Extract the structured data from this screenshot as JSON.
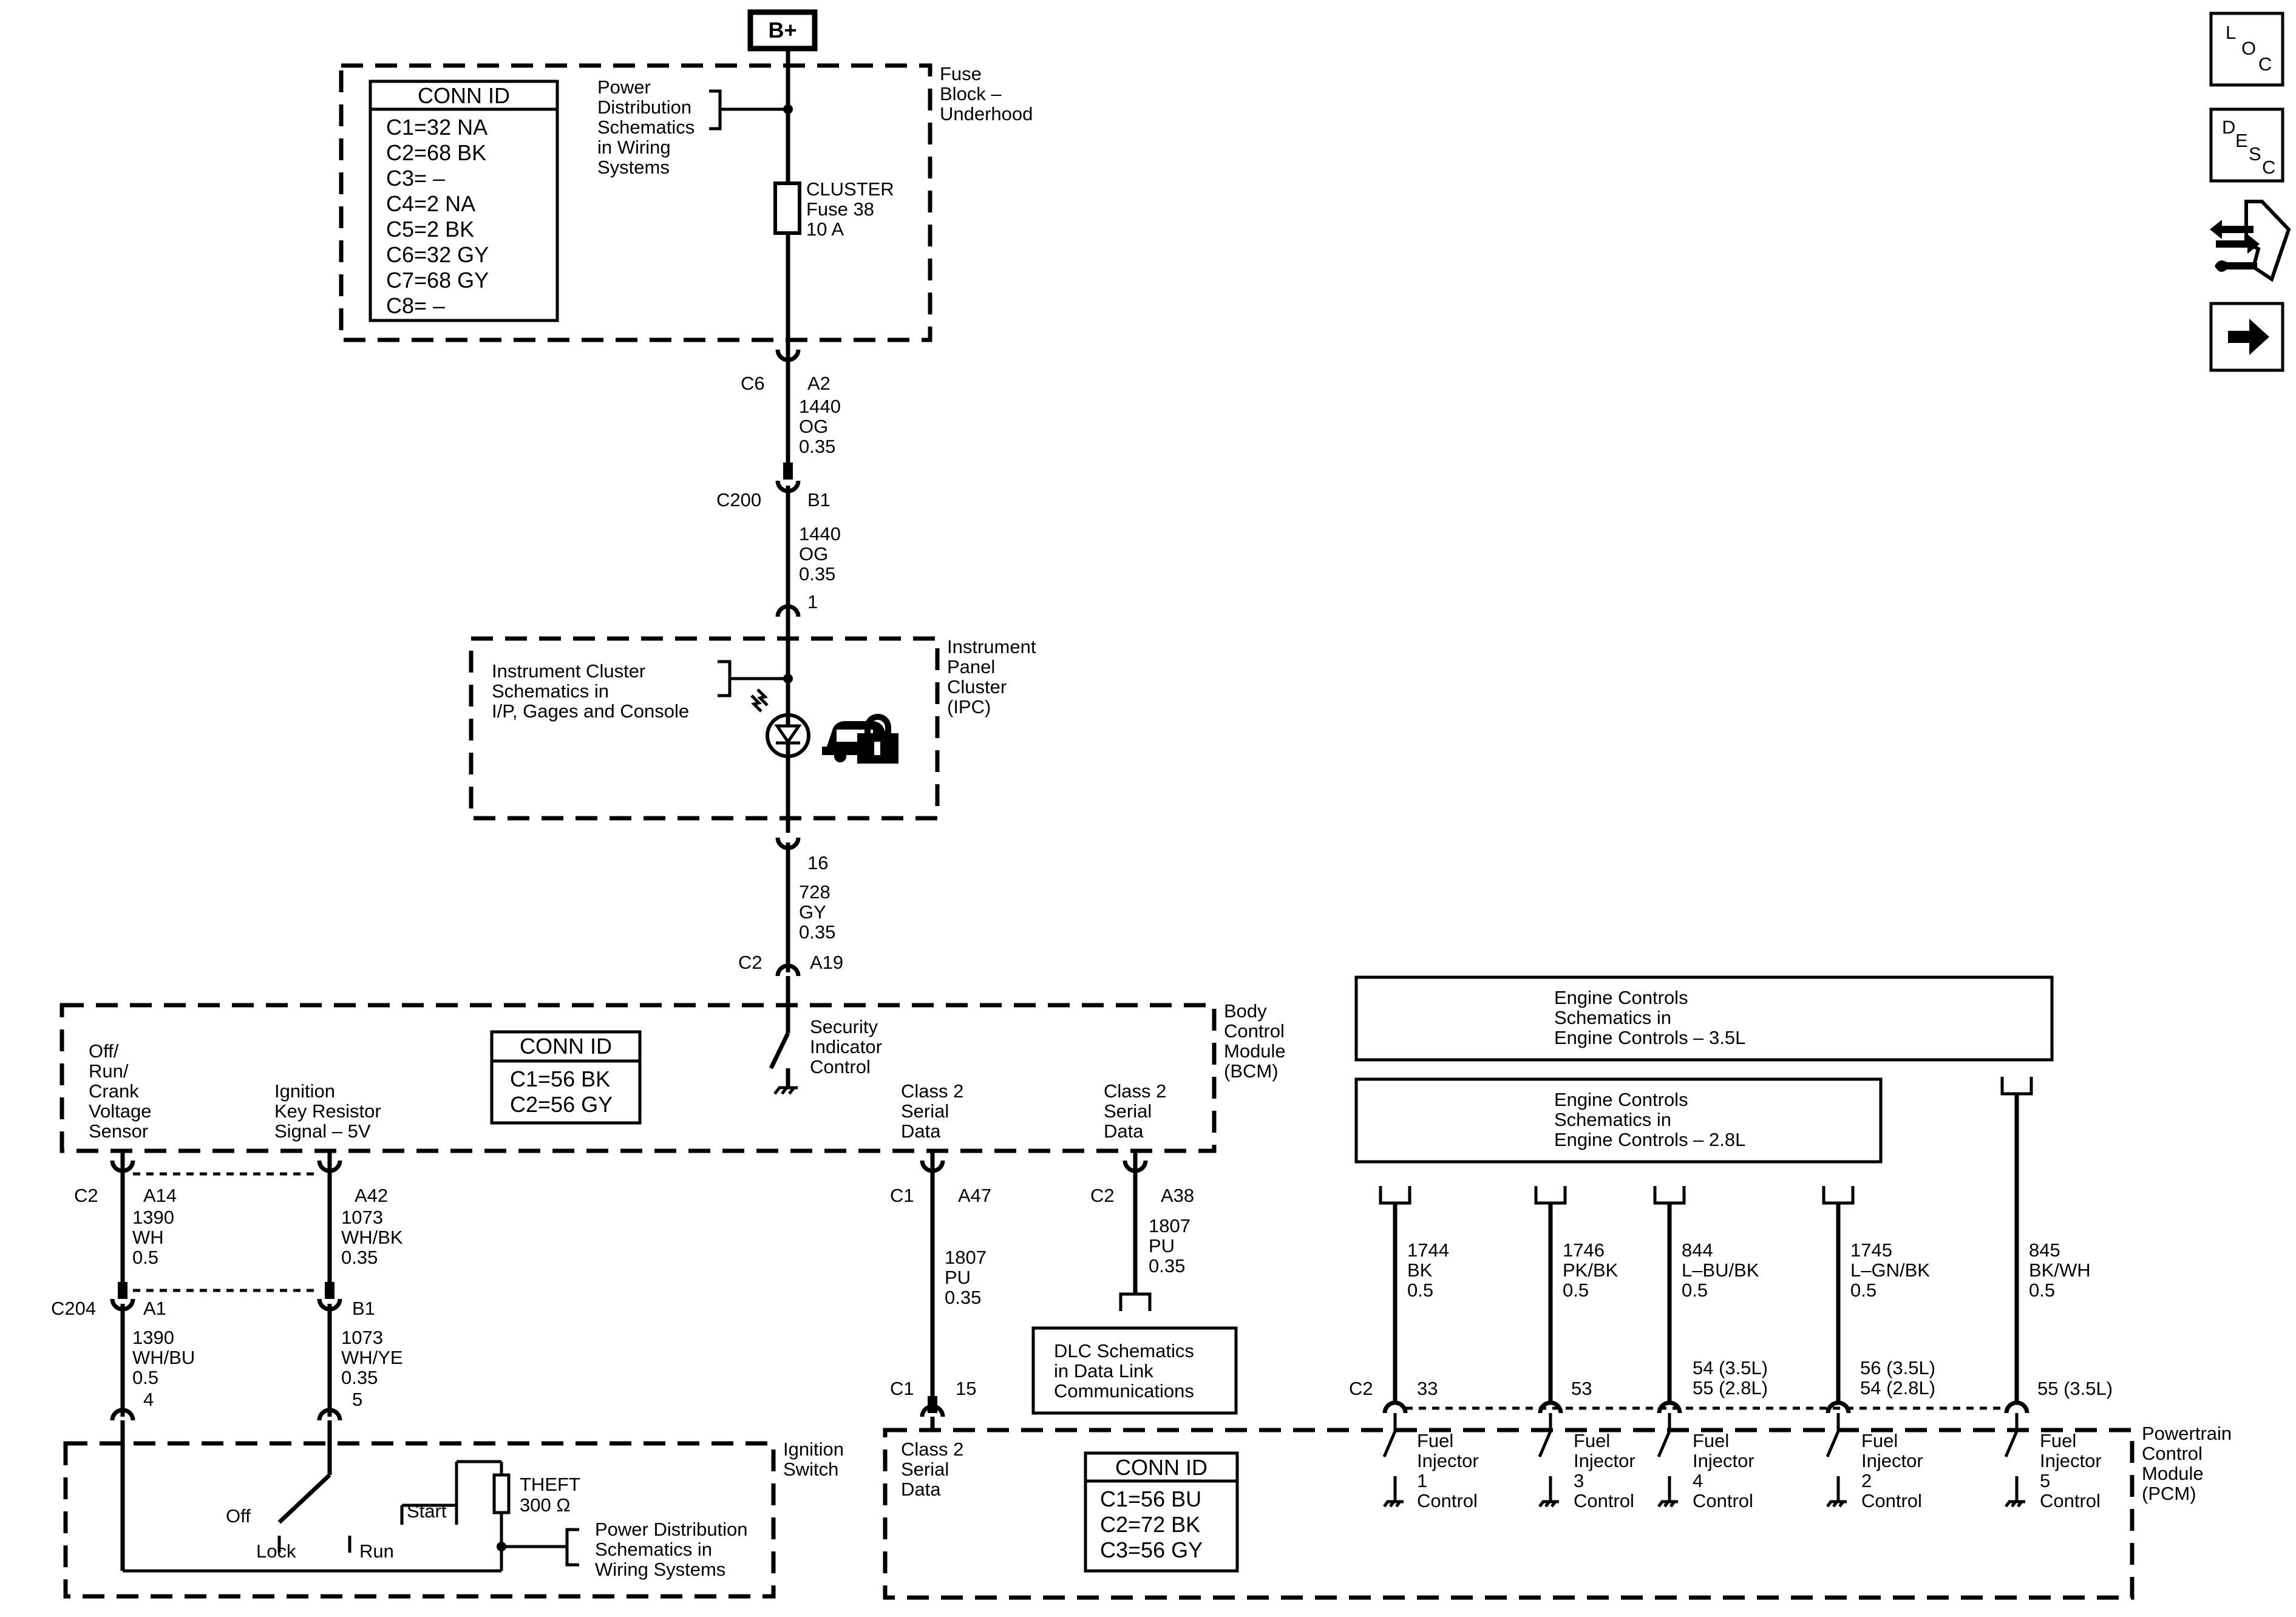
{
  "power_source": "B+",
  "nav": {
    "loc": [
      "L",
      "O",
      "C"
    ],
    "desc": [
      "D",
      "E",
      "S",
      "C"
    ]
  },
  "fuse_block": {
    "title": [
      "Fuse",
      "Block –",
      "Underhood"
    ],
    "conn_id_title": "CONN ID",
    "conn_ids": [
      "C1=32 NA",
      "C2=68 BK",
      "C3= –",
      "C4=2 NA",
      "C5=2 BK",
      "C6=32 GY",
      "C7=68 GY",
      "C8= –"
    ],
    "power_ref": [
      "Power",
      "Distribution",
      "Schematics",
      "in Wiring",
      "Systems"
    ],
    "fuse": [
      "CLUSTER",
      "Fuse 38",
      "10 A"
    ]
  },
  "wire_fuse_ipc": {
    "c6": "C6",
    "a2": "A2",
    "seg1": [
      "1440",
      "OG",
      "0.35"
    ],
    "c200": "C200",
    "b1": "B1",
    "seg2": [
      "1440",
      "OG",
      "0.35"
    ],
    "pin1": "1"
  },
  "ipc": {
    "title": [
      "Instrument",
      "Panel",
      "Cluster",
      "(IPC)"
    ],
    "ref": [
      "Instrument Cluster",
      "Schematics in",
      "I/P, Gages and Console"
    ],
    "pin16": "16",
    "seg": [
      "728",
      "GY",
      "0.35"
    ],
    "c2": "C2",
    "a19": "A19"
  },
  "bcm": {
    "title": [
      "Body",
      "Control",
      "Module",
      "(BCM)"
    ],
    "conn_id_title": "CONN ID",
    "conn_ids": [
      "C1=56 BK",
      "C2=56 GY"
    ],
    "security": [
      "Security",
      "Indicator",
      "Control"
    ],
    "crank_sensor": [
      "Off/",
      "Run/",
      "Crank",
      "Voltage",
      "Sensor"
    ],
    "key_resistor": [
      "Ignition",
      "Key Resistor",
      "Signal – 5V"
    ],
    "class2_a": [
      "Class 2",
      "Serial",
      "Data"
    ],
    "class2_b": [
      "Class 2",
      "Serial",
      "Data"
    ]
  },
  "ign_wires": {
    "c2": "C2",
    "a14": "A14",
    "a14_seg": [
      "1390",
      "WH",
      "0.5"
    ],
    "a42": "A42",
    "a42_seg": [
      "1073",
      "WH/BK",
      "0.35"
    ],
    "c204": "C204",
    "a1": "A1",
    "a1_seg": [
      "1390",
      "WH/BU",
      "0.5",
      "4"
    ],
    "b1": "B1",
    "b1_seg": [
      "1073",
      "WH/YE",
      "0.35",
      "5"
    ]
  },
  "ignition_switch": {
    "title": [
      "Ignition",
      "Switch"
    ],
    "off": "Off",
    "start": "Start",
    "lock": "Lock",
    "run": "Run",
    "theft": [
      "THEFT",
      "300 Ω"
    ],
    "power_ref": [
      "Power Distribution",
      "Schematics in",
      "Wiring Systems"
    ]
  },
  "class2": {
    "c1": "C1",
    "a47": "A47",
    "seg1": [
      "1807",
      "PU",
      "0.35"
    ],
    "c2": "C2",
    "a38": "A38",
    "seg2": [
      "1807",
      "PU",
      "0.35"
    ],
    "c1b": "C1",
    "pin15": "15",
    "dlc": [
      "DLC Schematics",
      "in Data Link",
      "Communications"
    ]
  },
  "engine_controls": {
    "l35": [
      "Engine Controls",
      "Schematics in",
      "Engine Controls – 3.5L"
    ],
    "l28": [
      "Engine Controls",
      "Schematics in",
      "Engine Controls – 2.8L"
    ]
  },
  "injector_wires": [
    [
      "1744",
      "BK",
      "0.5"
    ],
    [
      "1746",
      "PK/BK",
      "0.5"
    ],
    [
      "844",
      "L–BU/BK",
      "0.5"
    ],
    [
      "1745",
      "L–GN/BK",
      "0.5"
    ],
    [
      "845",
      "BK/WH",
      "0.5"
    ]
  ],
  "pcm_pins": {
    "c2": "C2",
    "p33": "33",
    "p53": "53",
    "p54": [
      "54 (3.5L)",
      "55 (2.8L)"
    ],
    "p56": [
      "56 (3.5L)",
      "54 (2.8L)"
    ],
    "p55": "55 (3.5L)"
  },
  "pcm": {
    "title": [
      "Powertrain",
      "Control",
      "Module",
      "(PCM)"
    ],
    "class2": [
      "Class 2",
      "Serial",
      "Data"
    ],
    "conn_id_title": "CONN ID",
    "conn_ids": [
      "C1=56 BU",
      "C2=72 BK",
      "C3=56 GY"
    ],
    "injectors": [
      [
        "Fuel",
        "Injector",
        "1",
        "Control"
      ],
      [
        "Fuel",
        "Injector",
        "3",
        "Control"
      ],
      [
        "Fuel",
        "Injector",
        "4",
        "Control"
      ],
      [
        "Fuel",
        "Injector",
        "2",
        "Control"
      ],
      [
        "Fuel",
        "Injector",
        "5",
        "Control"
      ]
    ]
  }
}
